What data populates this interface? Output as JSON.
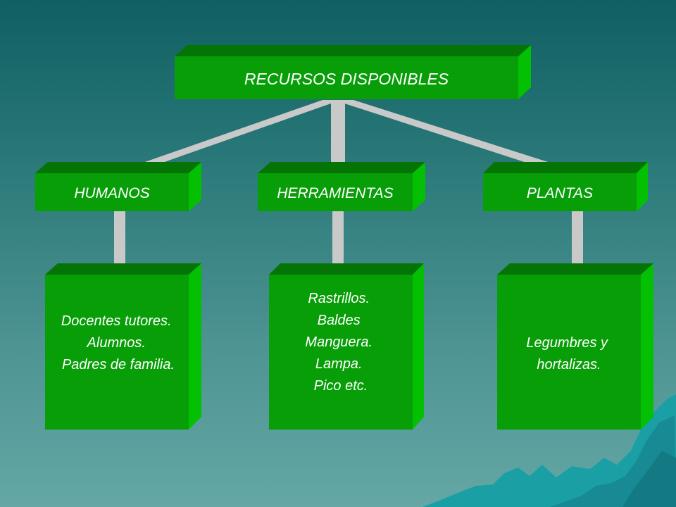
{
  "root": {
    "label": "RECURSOS DISPONIBLES"
  },
  "categories": [
    {
      "label": "HUMANOS",
      "details": [
        "Docentes tutores.",
        "Alumnos.",
        "Padres de familia."
      ]
    },
    {
      "label": "HERRAMIENTAS",
      "details": [
        "Rastrillos.",
        "Baldes",
        "Manguera.",
        "Lampa.",
        "Pico etc."
      ]
    },
    {
      "label": "PLANTAS",
      "details": [
        "Legumbres y",
        "hortalizas."
      ]
    }
  ],
  "colors": {
    "box_front": "#089e08",
    "box_top": "#047404",
    "box_side": "#03c003",
    "connector": "#c9c9c9",
    "mountain": "#1a9fa5"
  }
}
